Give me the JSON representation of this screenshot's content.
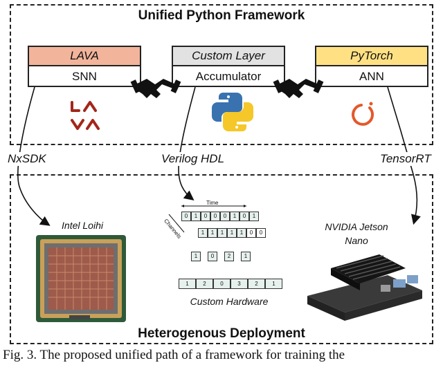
{
  "framework": {
    "title": "Unified Python Framework",
    "modules": [
      {
        "name": "LAVA",
        "role": "SNN",
        "head_color": "#f2b49b"
      },
      {
        "name": "Custom Layer",
        "role": "Accumulator",
        "head_color": "#e2e2e2"
      },
      {
        "name": "PyTorch",
        "role": "ANN",
        "head_color": "#ffe184"
      }
    ]
  },
  "toolchains": [
    "NxSDK",
    "Verilog HDL",
    "TensorRT"
  ],
  "deployment": {
    "title": "Heterogenous Deployment",
    "targets": [
      "Intel Loihi",
      "Custom Hardware",
      "NVIDIA Jetson Nano"
    ],
    "hw_diagram": {
      "axis_time": "Time",
      "axis_channels": "Channels",
      "row1_bits": [
        "0",
        "1",
        "0",
        "0",
        "0",
        "1",
        "0",
        "1"
      ],
      "row2_bits": [
        "1",
        "1",
        "1",
        "1",
        "1",
        "0",
        "0"
      ],
      "row3_bits": [
        "1",
        "0",
        "2",
        "1"
      ],
      "output_values": [
        "1",
        "2",
        "0",
        "3",
        "2",
        "1"
      ]
    }
  },
  "caption": "Fig. 3. The proposed unified path of a framework for training the"
}
